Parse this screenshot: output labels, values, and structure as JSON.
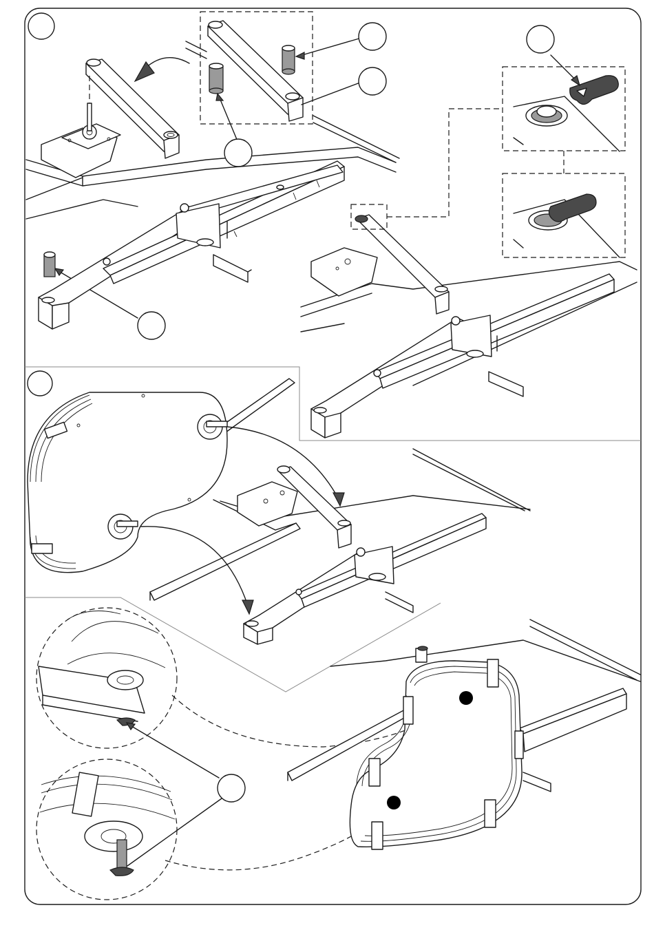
{
  "page": {
    "width": 950,
    "height": 1354,
    "background": "#ffffff",
    "line_color": "#1a1a1a"
  },
  "steps": [
    {
      "id": "step-1",
      "label": ""
    },
    {
      "id": "step-2",
      "label": ""
    }
  ],
  "callouts": [
    {
      "id": "part-a",
      "label": ""
    },
    {
      "id": "part-b",
      "label": ""
    },
    {
      "id": "part-c",
      "label": ""
    },
    {
      "id": "part-d",
      "label": ""
    },
    {
      "id": "wrench",
      "label": ""
    },
    {
      "id": "locking-nut",
      "label": ""
    }
  ],
  "icons": {
    "wrench": "wrench-icon",
    "spacer": "spacer-tube-icon",
    "arrow": "arrow-icon",
    "shelf": "kidney-shelf-icon"
  }
}
